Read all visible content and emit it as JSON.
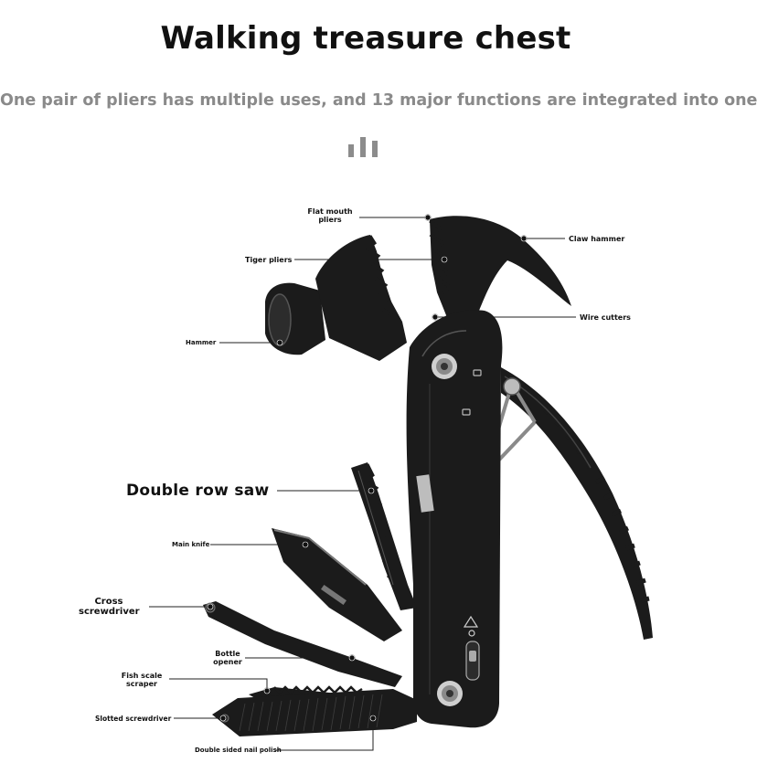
{
  "header": {
    "title": "Walking treasure chest",
    "subtitle": "One pair of pliers has multiple uses, and 13 major functions are integrated into one"
  },
  "labels": {
    "flat_mouth_pliers": "Flat mouth pliers",
    "claw_hammer": "Claw hammer",
    "tiger_pliers": "Tiger pliers",
    "wire_cutters": "Wire cutters",
    "hammer": "Hammer",
    "double_row_saw": "Double row saw",
    "main_knife": "Main knife",
    "cross_screwdriver": "Cross screwdriver",
    "bottle_opener": "Bottle opener",
    "fish_scale_scraper": "Fish scale scraper",
    "slotted_screwdriver": "Slotted screwdriver",
    "double_sided_nail_polish": "Double sided nail polish"
  },
  "colors": {
    "tool": "#1b1b1b",
    "tool_highlight": "#3a3a3a",
    "leader": "#222222",
    "subtitle": "#8a8a8a"
  }
}
